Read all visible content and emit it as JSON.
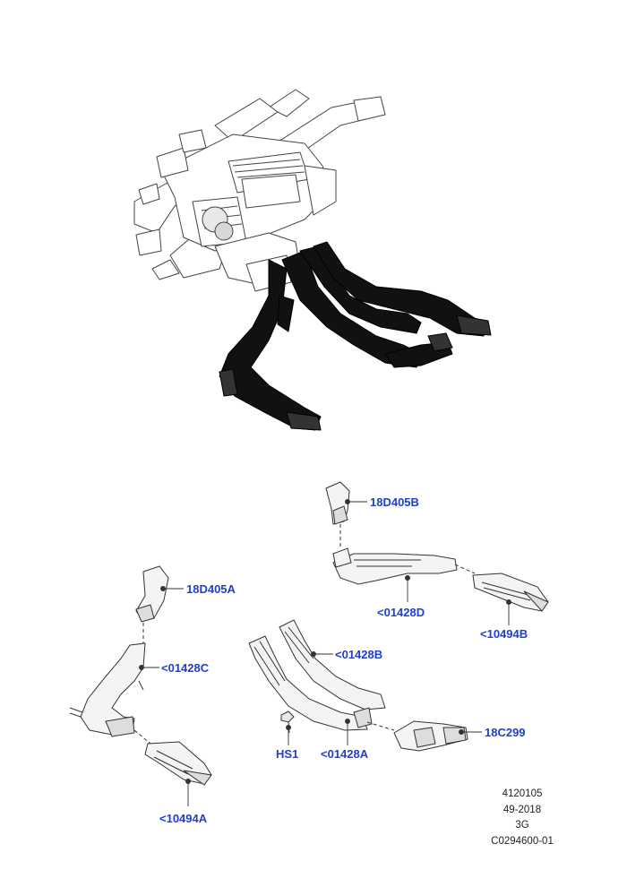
{
  "colors": {
    "callout": "#1f3fcf",
    "duct_fill": "#111111",
    "line": "#333333",
    "part_fill": "#f2f2f2"
  },
  "callouts": {
    "c_18D405B": "18D405B",
    "c_01428D": "<01428D",
    "c_10494B": "<10494B",
    "c_18D405A": "18D405A",
    "c_01428C": "<01428C",
    "c_01428B": "<01428B",
    "c_18C299": "18C299",
    "c_HS1": "HS1",
    "c_01428A": "<01428A",
    "c_10494A": "<10494A"
  },
  "footer": {
    "line1": "4120105",
    "line2": "49-2018",
    "line3": "3G",
    "line4": "C0294600-01"
  }
}
